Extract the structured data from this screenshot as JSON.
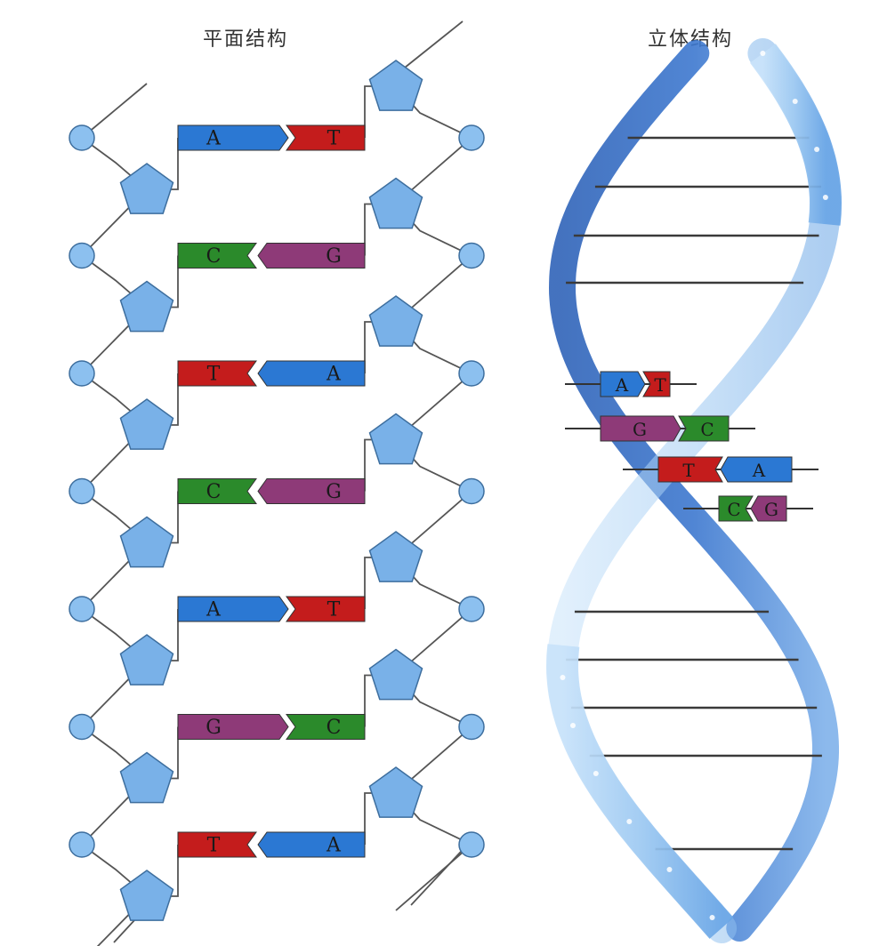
{
  "titles": {
    "planar": "平面结构",
    "spatial": "立体结构"
  },
  "colors": {
    "A": "#2b78d3",
    "T": "#c41c1c",
    "C": "#2b8a2b",
    "G": "#8e3a78",
    "sugar": "#79b1e8",
    "phosphate": "#8cc0ef",
    "outline": "#3d6e9e",
    "backbone": "#555555",
    "helix_light": "#9fcaf2",
    "helix_dark": "#3d78cf"
  },
  "planar_pairs": [
    {
      "left": "A",
      "right": "T"
    },
    {
      "left": "C",
      "right": "G"
    },
    {
      "left": "T",
      "right": "A"
    },
    {
      "left": "C",
      "right": "G"
    },
    {
      "left": "A",
      "right": "T"
    },
    {
      "left": "G",
      "right": "C"
    },
    {
      "left": "T",
      "right": "A"
    }
  ],
  "helix_pairs": [
    {
      "left": "A",
      "right": "T"
    },
    {
      "left": "G",
      "right": "C"
    },
    {
      "left": "T",
      "right": "A"
    },
    {
      "left": "C",
      "right": "G"
    }
  ]
}
